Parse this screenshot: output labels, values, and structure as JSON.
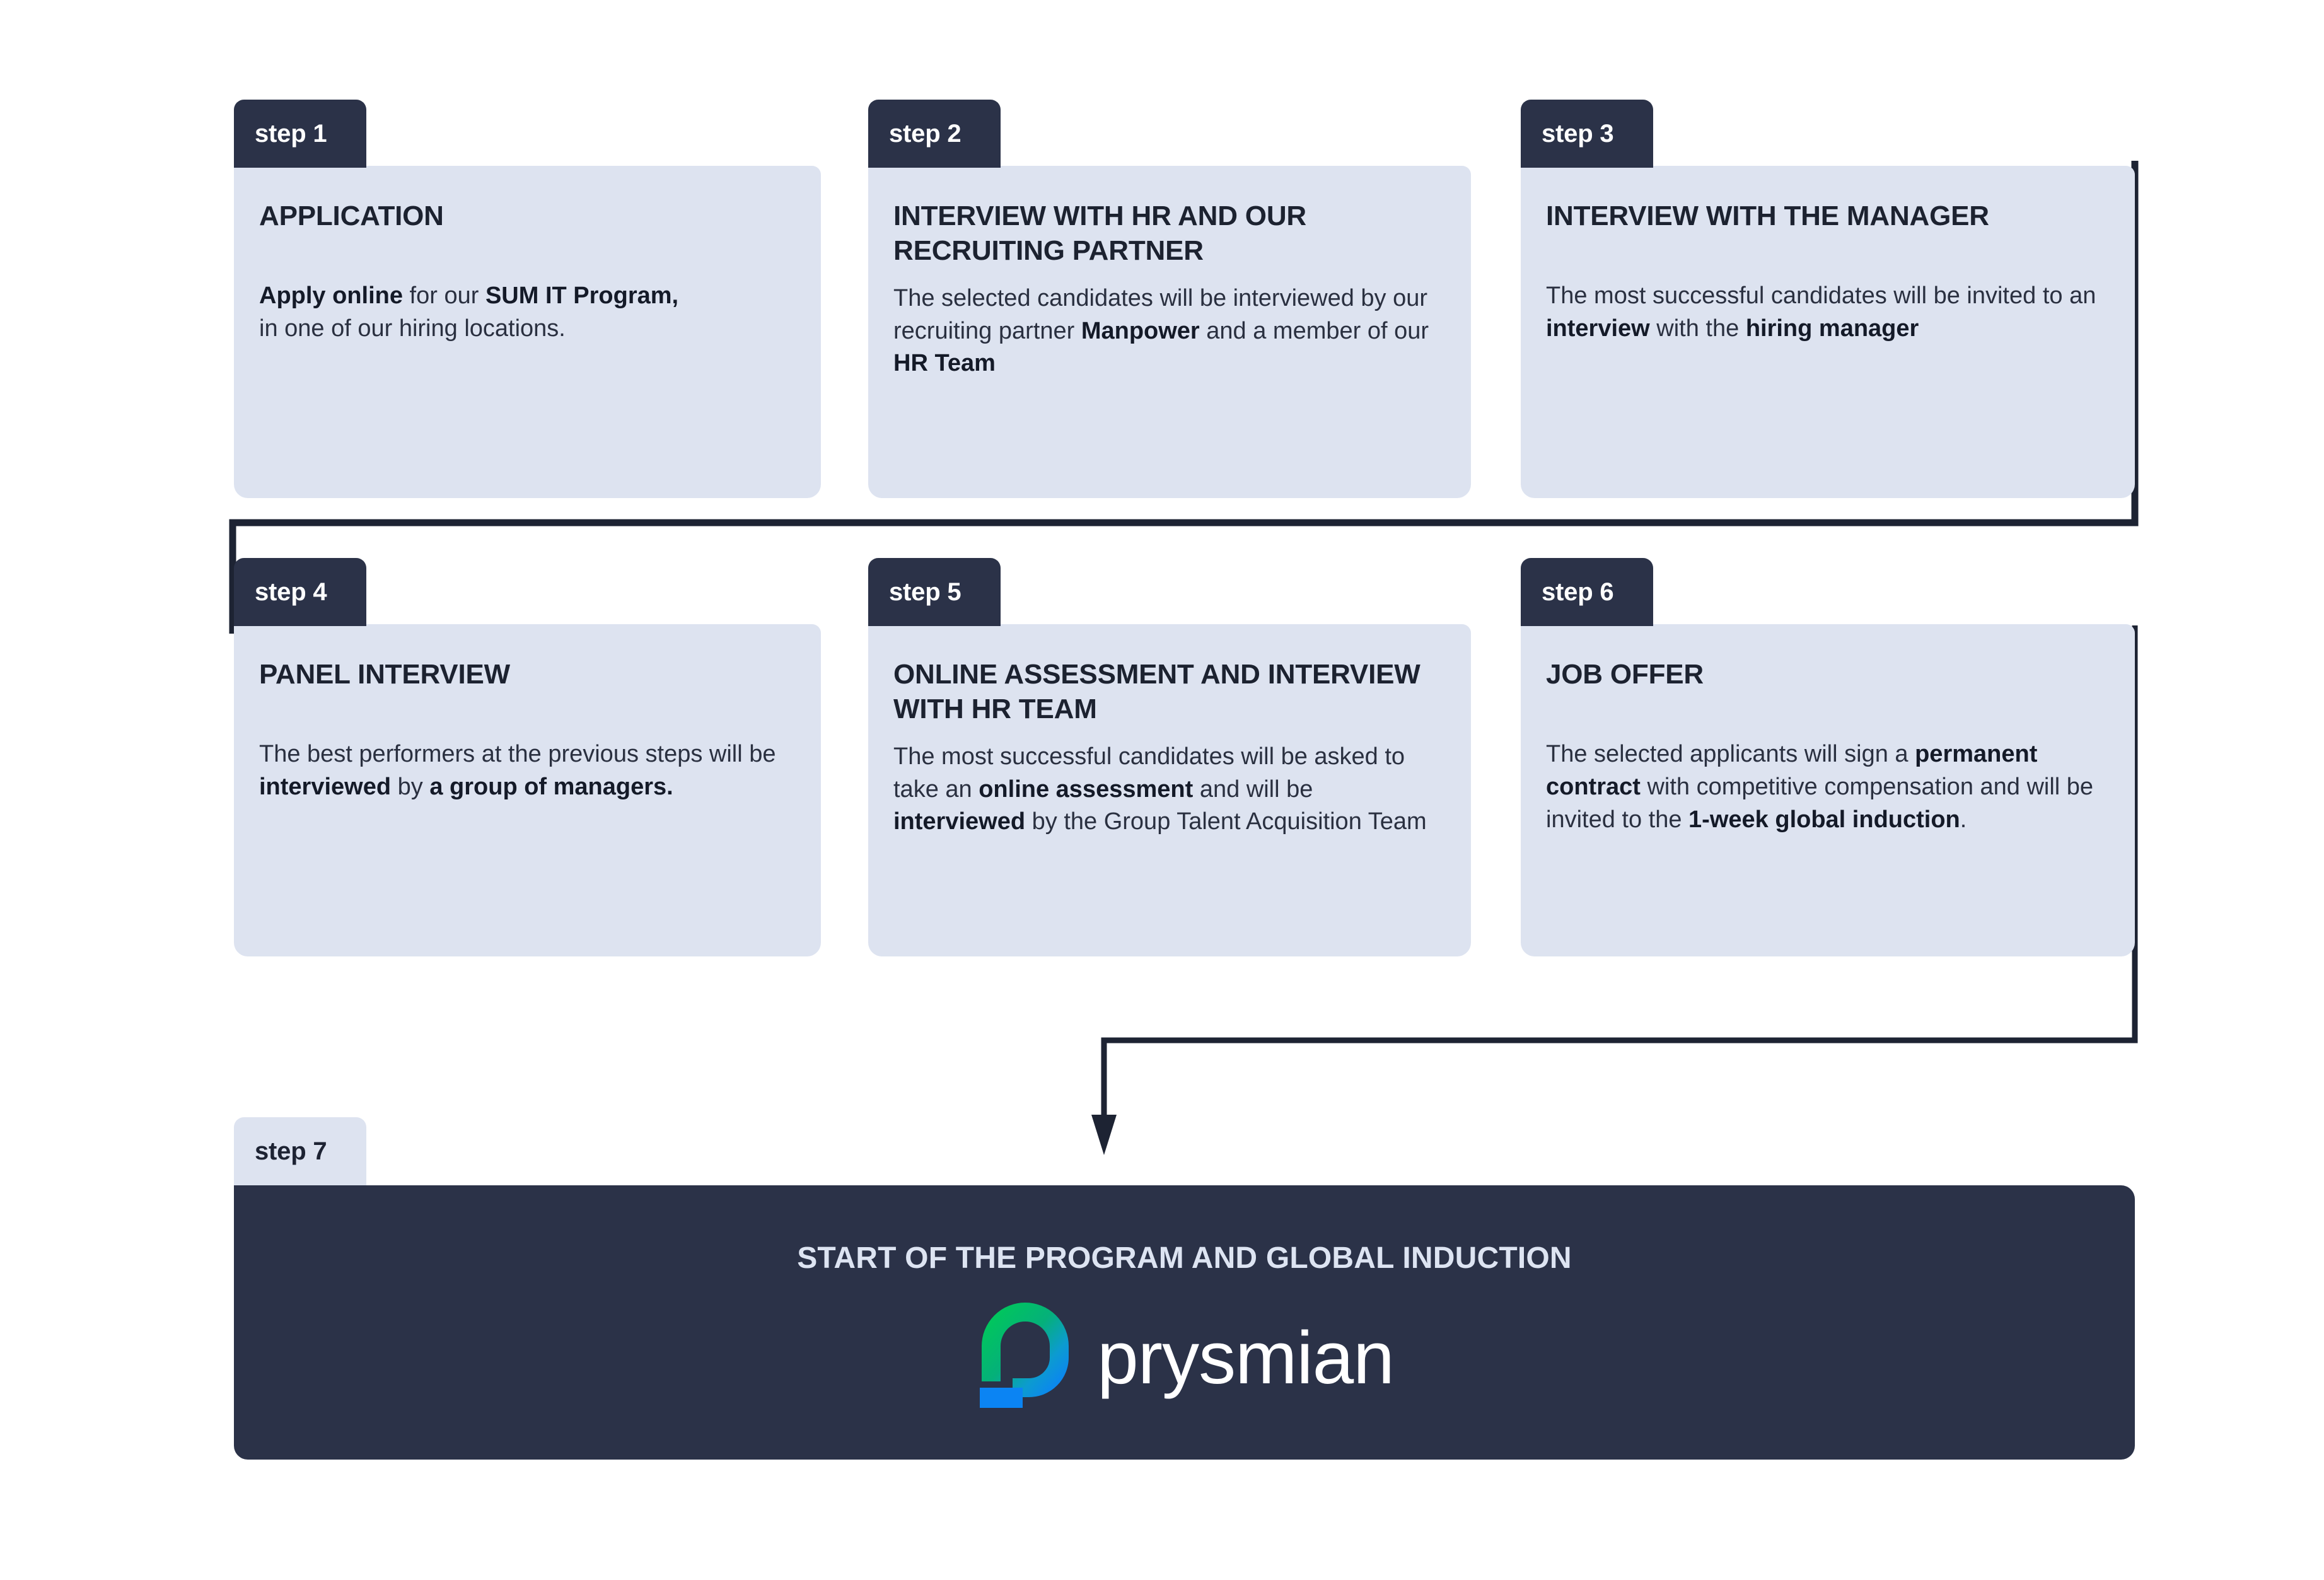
{
  "diagram": {
    "title": "Prysmian SUM IT Program recruitment process",
    "colors": {
      "card_bg": "#dde3f0",
      "tab_dark": "#2b3248",
      "tab_light": "#dde3f0",
      "text_dark": "#1c2230",
      "footer_bg": "#2b3248",
      "footer_title": "#dde4f2",
      "connector": "#1d2333",
      "logo_green": "#00c85a",
      "logo_blue": "#0b84f3"
    }
  },
  "steps": [
    {
      "tab": "step 1",
      "title": "APPLICATION",
      "body_html": "<b>Apply online</b> for our <b>SUM IT Program,</b><br>in one of our hiring locations.",
      "body_plain": "Apply online for our SUM IT Program, in one of our hiring locations."
    },
    {
      "tab": "step 2",
      "title": "INTERVIEW WITH HR AND OUR RECRUITING PARTNER",
      "body_html": "The selected candidates will be interviewed by our recruiting partner <b>Manpower</b> and a member of our <b>HR Team</b>",
      "body_plain": "The selected candidates will be interviewed by our recruiting partner Manpower and a member of our HR Team"
    },
    {
      "tab": "step 3",
      "title": "INTERVIEW WITH THE MANAGER",
      "body_html": "The most successful candidates will be invited to an <b>interview</b> with the <b>hiring manager</b>",
      "body_plain": "The most successful candidates will be invited to an interview with the hiring manager"
    },
    {
      "tab": "step 4",
      "title": "PANEL INTERVIEW",
      "body_html": "The best performers at the previous steps will be <b>interviewed</b> by <b>a group of managers.</b>",
      "body_plain": "The best performers at the previous steps will be interviewed by a group of managers."
    },
    {
      "tab": "step 5",
      "title": "ONLINE ASSESSMENT AND INTERVIEW WITH HR TEAM",
      "body_html": "The most successful candidates will be asked to take an <b>online assessment</b> and will be <b>interviewed</b> by the Group Talent Acquisition Team",
      "body_plain": "The most successful candidates will be asked to take an online assessment and will be interviewed by the Group Talent Acquisition Team"
    },
    {
      "tab": "step 6",
      "title": "JOB OFFER",
      "body_html": "The selected applicants will sign a <b>permanent contract</b> with competitive compensation and will be invited to the <b>1-week global induction</b>.",
      "body_plain": "The selected applicants will sign a permanent contract with competitive compensation and will be invited to the 1-week global induction."
    }
  ],
  "final": {
    "tab": "step 7",
    "title": "START OF THE PROGRAM AND GLOBAL INDUCTION",
    "logo_wordmark": "prysmian"
  }
}
